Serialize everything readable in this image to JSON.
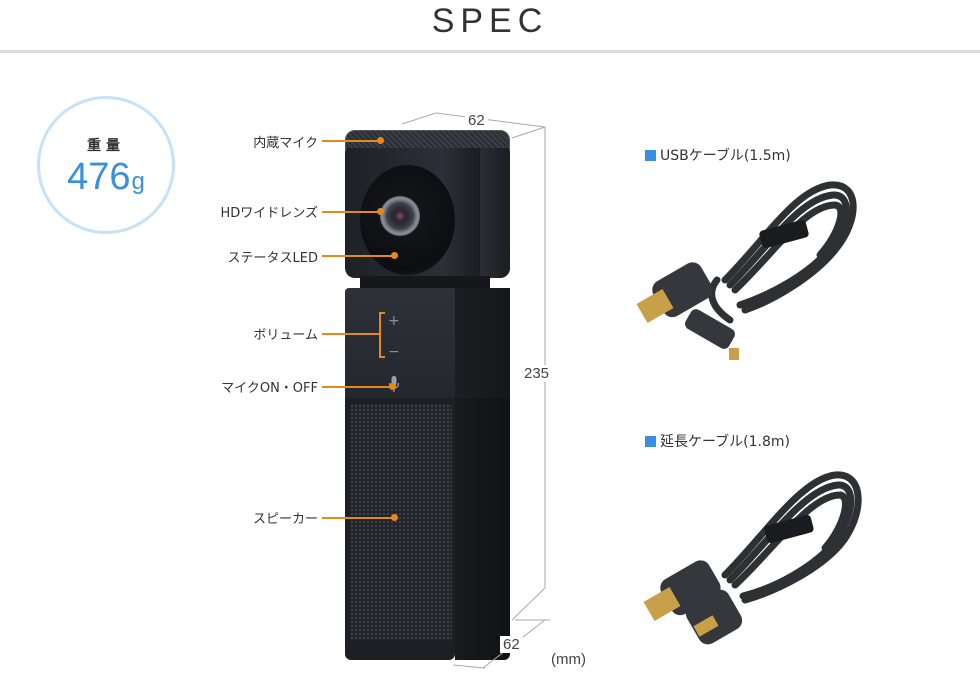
{
  "header": {
    "title": "SPEC"
  },
  "weight": {
    "label": "重量",
    "value": "476",
    "unit": "g"
  },
  "callouts": [
    {
      "label": "内蔵マイク"
    },
    {
      "label": "HDワイドレンズ"
    },
    {
      "label": "ステータスLED"
    },
    {
      "label": "ボリューム"
    },
    {
      "label": "マイクON・OFF"
    },
    {
      "label": "スピーカー"
    }
  ],
  "device": {
    "volume_plus": "+",
    "volume_minus": "−",
    "mic_icon": "microphone-icon"
  },
  "dimensions": {
    "width": "62",
    "height": "235",
    "depth": "62",
    "unit": "(mm)"
  },
  "accessories": [
    {
      "label": "USBケーブル(1.5m)",
      "icon": "blue-square-bullet"
    },
    {
      "label": "延長ケーブル(1.8m)",
      "icon": "blue-square-bullet"
    }
  ],
  "colors": {
    "accent_blue": "#3a8fe0",
    "badge_ring": "#c6e1fa",
    "callout_orange": "#e6891a",
    "rule_gray": "#dcdcdc"
  }
}
